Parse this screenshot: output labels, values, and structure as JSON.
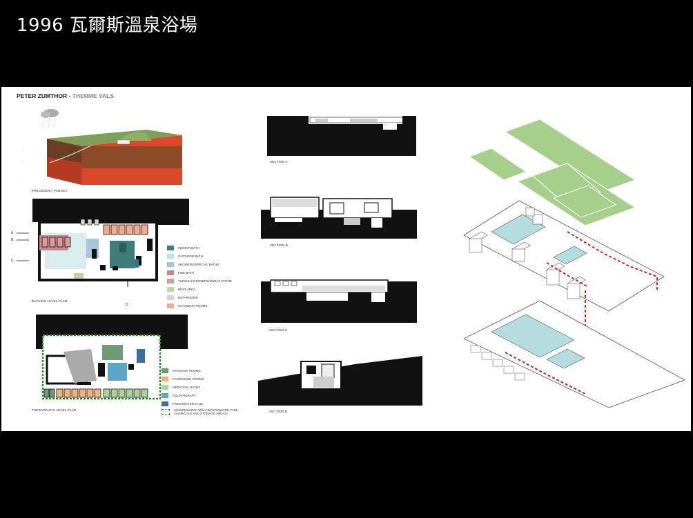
{
  "slide": {
    "title": "1996 瓦爾斯溫泉浴場"
  },
  "board": {
    "author": "PETER ZUMTHOR -",
    "project": " THERME VALS",
    "captions": {
      "precedent": "PRECEDENT: PANGEA",
      "bathing_plan": "BATHING LEVEL PLAN",
      "therapeutic_plan": "THERAPEUTIC LEVEL PLAN",
      "section_a": "SECTION A",
      "section_b": "SECTION B",
      "section_c": "SECTION  C",
      "section_d": "SECTION  D"
    },
    "section_markers": {
      "a": "A",
      "b": "B",
      "c": "C",
      "d": "D"
    },
    "bathing_legend": [
      {
        "label": "INDOOR BATH",
        "color": "#3f7d7a"
      },
      {
        "label": "OUTDOOR BATH",
        "color": "#bfe3ea"
      },
      {
        "label": "SHOWERS/SPECIAL BATHS",
        "color": "#a9c4dd"
      },
      {
        "label": "FIRE BATH",
        "color": "#c9868c"
      },
      {
        "label": "TURKISH SHOWERS/SWEAT STONE",
        "color": "#d99a9c"
      },
      {
        "label": "REST AREA",
        "color": "#b8d9a0"
      },
      {
        "label": "BATHROOMS",
        "color": "#d5d5d5"
      },
      {
        "label": "CHANGING ROOMS",
        "color": "#f3a98a"
      }
    ],
    "therapeutic_legend": [
      {
        "label": "MASSAGE ROOMS",
        "color": "#6f9a78"
      },
      {
        "label": "FANGO/MUD ROOMS",
        "color": "#f1b27d"
      },
      {
        "label": "MEDICINAL BATHS",
        "color": "#a8d49b"
      },
      {
        "label": "AQUATHERAPY",
        "color": "#5aa6c9"
      },
      {
        "label": "FRESHWATER TANK",
        "color": "#3d6e9e"
      },
      {
        "label": "MAINTENANCE AREA (WASTEWATER TANK CHEMICALS AND STORAGE AREAS)",
        "color": "#ffffff"
      }
    ],
    "colors": {
      "green_roof": "#a6cf8c",
      "earth_red": "#d94a2a",
      "grass": "#7ea05a",
      "pool_blue": "#b5dde0",
      "red_path": "#d51f1f"
    }
  }
}
